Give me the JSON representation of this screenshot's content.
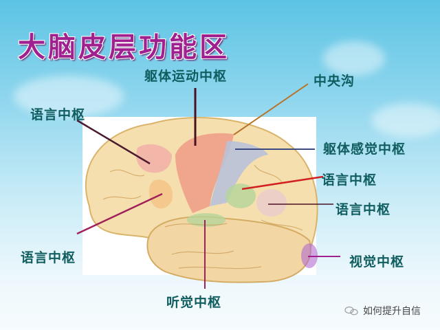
{
  "title": "大脑皮层功能区",
  "labels": {
    "motor_center": "躯体运动中枢",
    "central_sulcus": "中央沟",
    "speech_center_upper_left": "语言中枢",
    "somatosensory_center": "躯体感觉中枢",
    "speech_center_right_upper": "语言中枢",
    "speech_center_right_lower": "语言中枢",
    "speech_center_lower_left": "语言中枢",
    "visual_center": "视觉中枢",
    "auditory_center": "听觉中枢"
  },
  "watermark": {
    "text": "如何提升自信",
    "icon": "chat-bubble-icon"
  },
  "colors": {
    "title": "#a0208f",
    "label": "#0f5d5f",
    "motor_area": "#f0a088",
    "sensory_area": "#b9c2d8",
    "speech_area": "#f2b3a8",
    "auditory_area": "#b5d59a",
    "visual_area": "#b06ad0"
  }
}
